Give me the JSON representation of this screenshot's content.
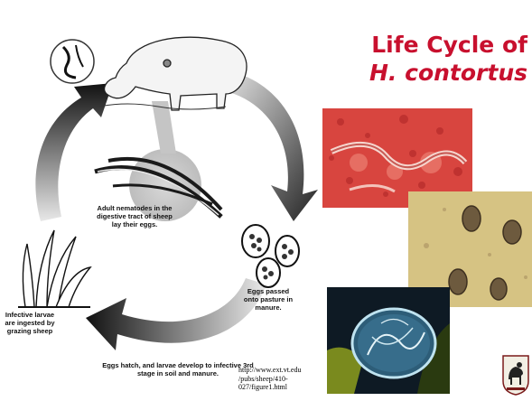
{
  "slide": {
    "title_line1": "Life Cycle of",
    "title_line2": "H. contortus",
    "title_color": "#c8102e"
  },
  "diagram": {
    "stage_adult": "Adult nematodes in the digestive tract of sheep lay their eggs.",
    "stage_eggs": "Eggs passed onto pasture in manure.",
    "stage_hatch": "Eggs hatch, and larvae develop to infective 3rd stage in soil and manure.",
    "stage_infective": "Infective larvae are ingested by grazing sheep"
  },
  "source": {
    "url_text": "http://www.ext.vt.edu /pubs/sheep/410-027/figure1.html"
  },
  "photos": [
    {
      "name": "worm-micrograph",
      "color": "#d94a4a"
    },
    {
      "name": "eggs-micrograph",
      "color": "#c9b06a"
    },
    {
      "name": "larva-micrograph",
      "color": "#1a2a3a"
    }
  ],
  "icons": {
    "logo": "sheep-logo-icon"
  }
}
